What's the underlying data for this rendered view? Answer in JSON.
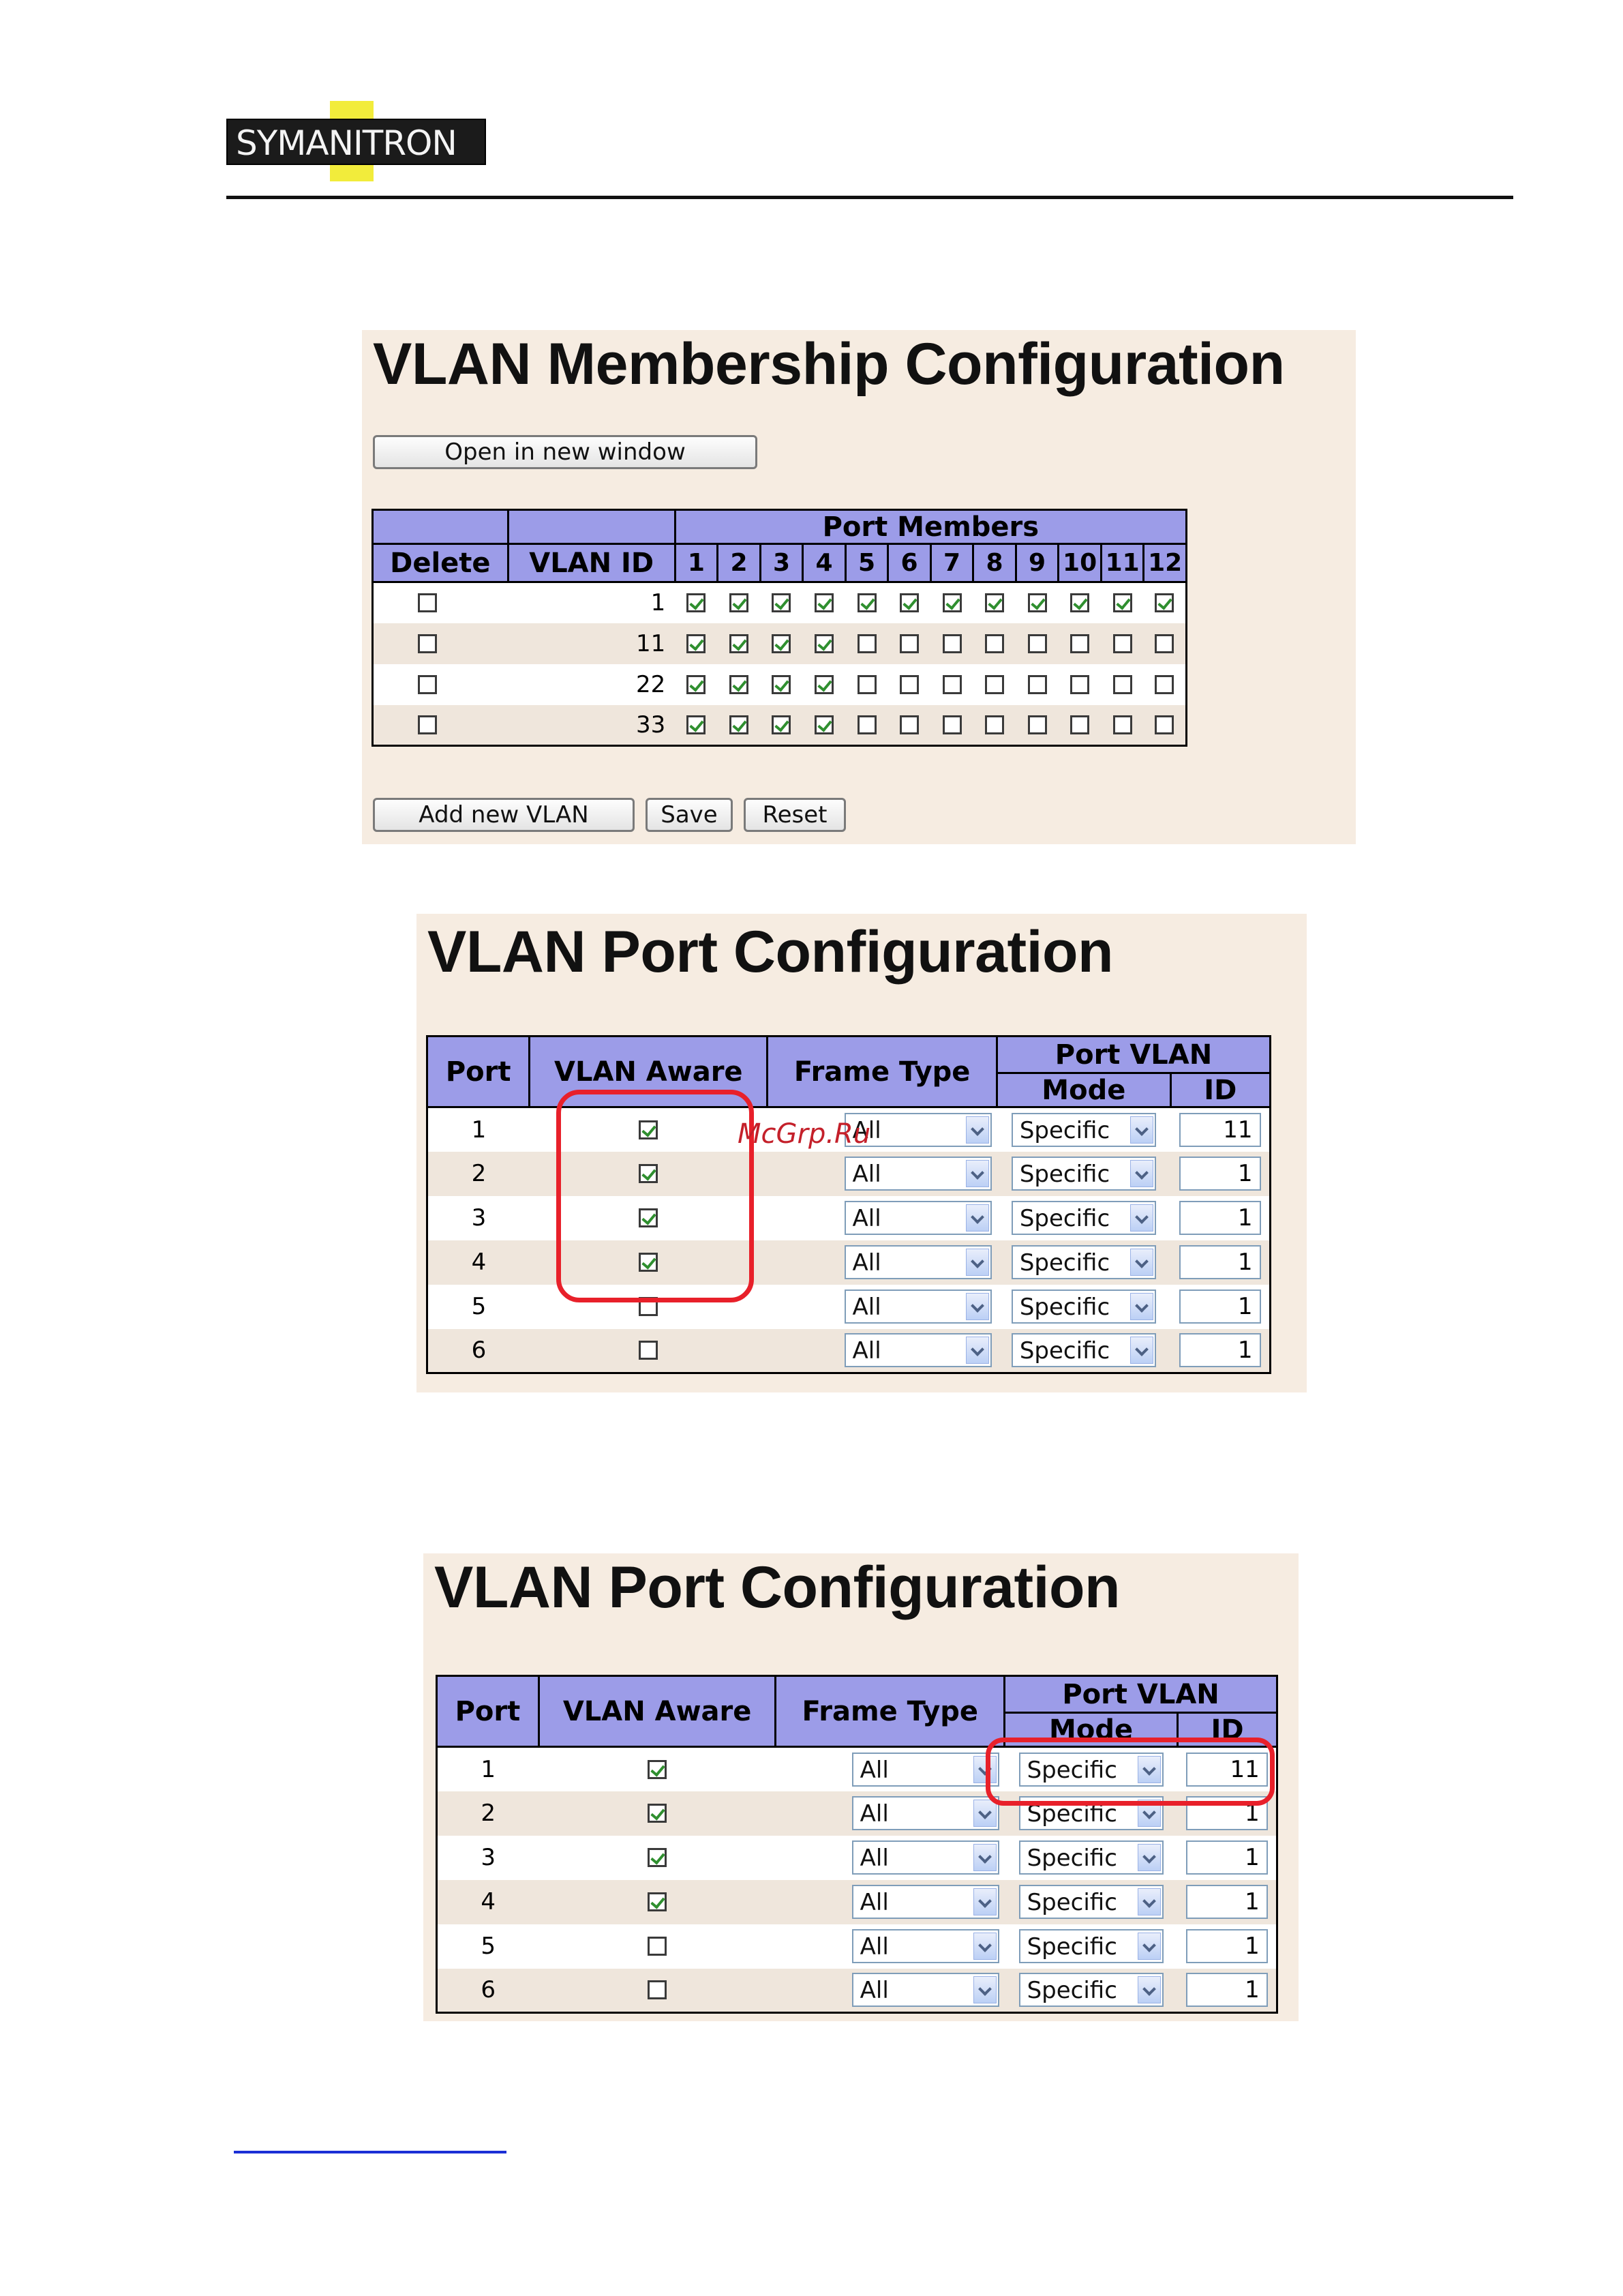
{
  "logo": {
    "text": "SYMANITRON"
  },
  "membership": {
    "title": "VLAN Membership Configuration",
    "open_window_label": "Open in new window",
    "headers": {
      "delete": "Delete",
      "vlan_id": "VLAN ID",
      "port_members": "Port Members",
      "ports": [
        "1",
        "2",
        "3",
        "4",
        "5",
        "6",
        "7",
        "8",
        "9",
        "10",
        "11",
        "12"
      ]
    },
    "rows": [
      {
        "vlan_id": "1",
        "delete": false,
        "members": [
          true,
          true,
          true,
          true,
          true,
          true,
          true,
          true,
          true,
          true,
          true,
          true
        ]
      },
      {
        "vlan_id": "11",
        "delete": false,
        "members": [
          true,
          true,
          true,
          true,
          false,
          false,
          false,
          false,
          false,
          false,
          false,
          false
        ]
      },
      {
        "vlan_id": "22",
        "delete": false,
        "members": [
          true,
          true,
          true,
          true,
          false,
          false,
          false,
          false,
          false,
          false,
          false,
          false
        ]
      },
      {
        "vlan_id": "33",
        "delete": false,
        "members": [
          true,
          true,
          true,
          true,
          false,
          false,
          false,
          false,
          false,
          false,
          false,
          false
        ]
      }
    ],
    "add_label": "Add new VLAN",
    "save_label": "Save",
    "reset_label": "Reset"
  },
  "port_config_1": {
    "title": "VLAN Port Configuration",
    "headers": {
      "port": "Port",
      "vlan_aware": "VLAN Aware",
      "frame_type": "Frame Type",
      "port_vlan": "Port VLAN",
      "mode": "Mode",
      "id": "ID"
    },
    "rows": [
      {
        "port": "1",
        "aware": true,
        "frame": "All",
        "mode": "Specific",
        "id": "11"
      },
      {
        "port": "2",
        "aware": true,
        "frame": "All",
        "mode": "Specific",
        "id": "1"
      },
      {
        "port": "3",
        "aware": true,
        "frame": "All",
        "mode": "Specific",
        "id": "1"
      },
      {
        "port": "4",
        "aware": true,
        "frame": "All",
        "mode": "Specific",
        "id": "1"
      },
      {
        "port": "5",
        "aware": false,
        "frame": "All",
        "mode": "Specific",
        "id": "1"
      },
      {
        "port": "6",
        "aware": false,
        "frame": "All",
        "mode": "Specific",
        "id": "1"
      }
    ],
    "watermark": "McGrp.Ru"
  },
  "port_config_2": {
    "title": "VLAN Port Configuration",
    "headers": {
      "port": "Port",
      "vlan_aware": "VLAN Aware",
      "frame_type": "Frame Type",
      "port_vlan": "Port VLAN",
      "mode": "Mode",
      "id": "ID"
    },
    "rows": [
      {
        "port": "1",
        "aware": true,
        "frame": "All",
        "mode": "Specific",
        "id": "11"
      },
      {
        "port": "2",
        "aware": true,
        "frame": "All",
        "mode": "Specific",
        "id": "1"
      },
      {
        "port": "3",
        "aware": true,
        "frame": "All",
        "mode": "Specific",
        "id": "1"
      },
      {
        "port": "4",
        "aware": true,
        "frame": "All",
        "mode": "Specific",
        "id": "1"
      },
      {
        "port": "5",
        "aware": false,
        "frame": "All",
        "mode": "Specific",
        "id": "1"
      },
      {
        "port": "6",
        "aware": false,
        "frame": "All",
        "mode": "Specific",
        "id": "1"
      }
    ]
  }
}
